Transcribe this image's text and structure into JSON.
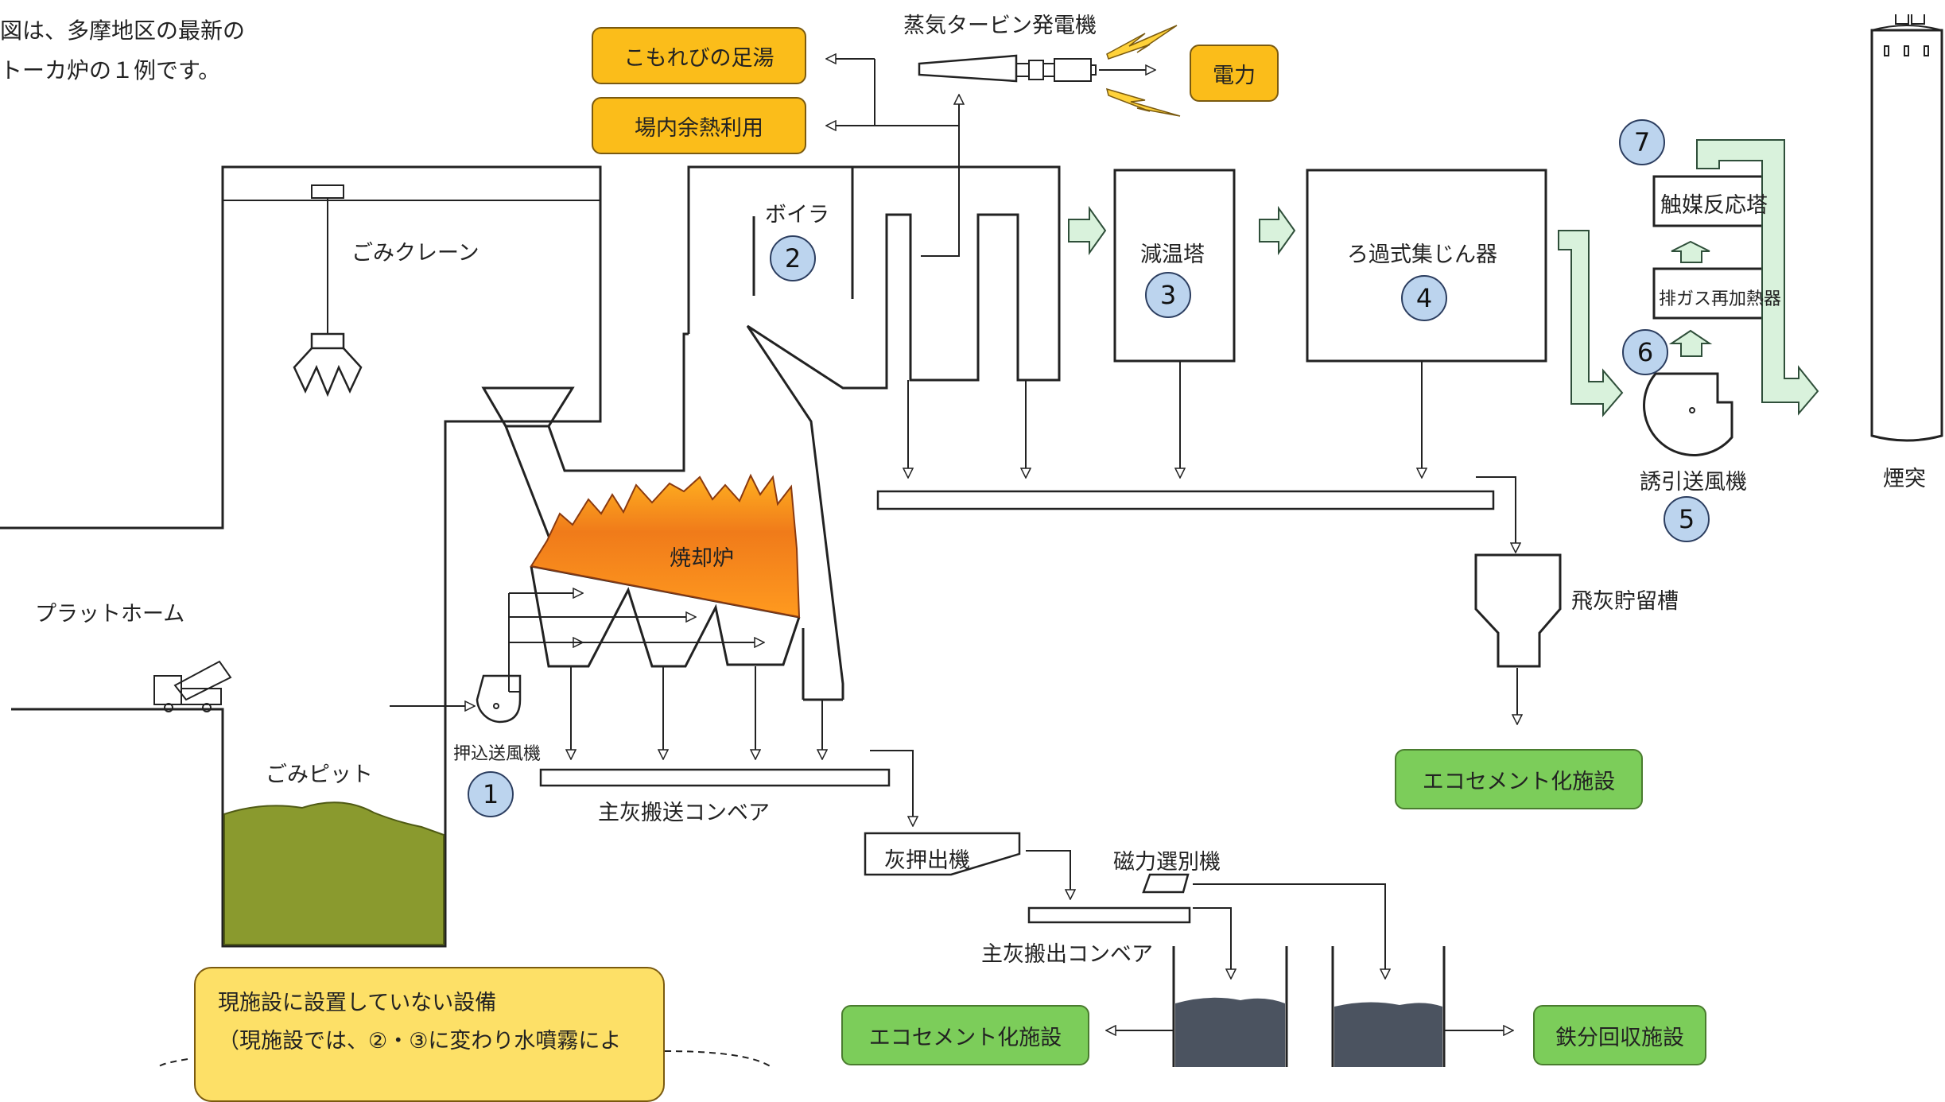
{
  "intro": {
    "line1": "図は、多摩地区の最新の",
    "line2": "トーカ炉の１例です。"
  },
  "labels": {
    "turbine": "蒸気タービン発電機",
    "crane": "ごみクレーン",
    "boiler": "ボイラ",
    "cooling_tower": "減温塔",
    "filter": "ろ過式集じん器",
    "catalyst": "触媒反応塔",
    "reheater": "排ガス再加熱器",
    "induced_fan": "誘引送風機",
    "chimney": "煙突",
    "incinerator": "焼却炉",
    "platform": "プラットホーム",
    "push_fan": "押込送風機",
    "pit": "ごみピット",
    "main_ash_conveyor": "主灰搬送コンベア",
    "fly_ash_storage": "飛灰貯留槽",
    "ash_extruder": "灰押出機",
    "magnetic_separator": "磁力選別機",
    "main_ash_out_conveyor": "主灰搬出コンベア"
  },
  "boxes": {
    "footbath": "こもれびの足湯",
    "waste_heat": "場内余熱利用",
    "power": "電力",
    "ecocement1": "エコセメント化施設",
    "ecocement2": "エコセメント化施設",
    "iron_recovery": "鉄分回収施設"
  },
  "numbers": {
    "n1": "1",
    "n2": "2",
    "n3": "3",
    "n4": "4",
    "n5": "5",
    "n6": "6",
    "n7": "7"
  },
  "note": {
    "title": "現施設に設置していない設備",
    "body": "（現施設では、②・③に変わり水噴霧によ"
  },
  "colors": {
    "orange_box": "#fbbd1a",
    "green_box": "#7ccd5a",
    "number_circle": "#bcd4ee",
    "gas_flow_arrow": "#d9f2dc",
    "garbage": "#8a9a2e",
    "ash": "#4b5360",
    "fire_outer": "#f07b1a",
    "fire_inner": "#ffb020",
    "note_bubble": "#fde067"
  }
}
